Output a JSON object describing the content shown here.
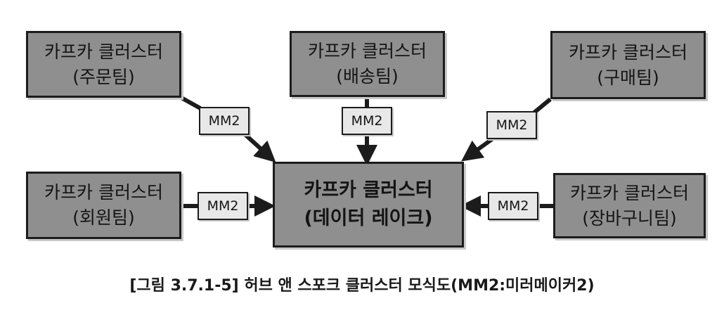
{
  "hub": {
    "title": "카프카 클러스터",
    "subtitle": "(데이터 레이크)"
  },
  "clusters": {
    "order": {
      "title": "카프카 클러스터",
      "subtitle": "(주문팀)"
    },
    "delivery": {
      "title": "카프카 클러스터",
      "subtitle": "(배송팀)"
    },
    "purchase": {
      "title": "카프카 클러스터",
      "subtitle": "(구매팀)"
    },
    "member": {
      "title": "카프카 클러스터",
      "subtitle": "(회원팀)"
    },
    "cart": {
      "title": "카프카 클러스터",
      "subtitle": "(장바구니팀)"
    }
  },
  "mm_label": "MM2",
  "caption": "[그림 3.7.1-5] 허브 앤 스포크 클러스터 모식도(MM2:미러메이커2)",
  "colors": {
    "cluster_fill": "#8f8f8f",
    "mm_fill": "#e8e8e8",
    "line": "#1c1c1c"
  }
}
